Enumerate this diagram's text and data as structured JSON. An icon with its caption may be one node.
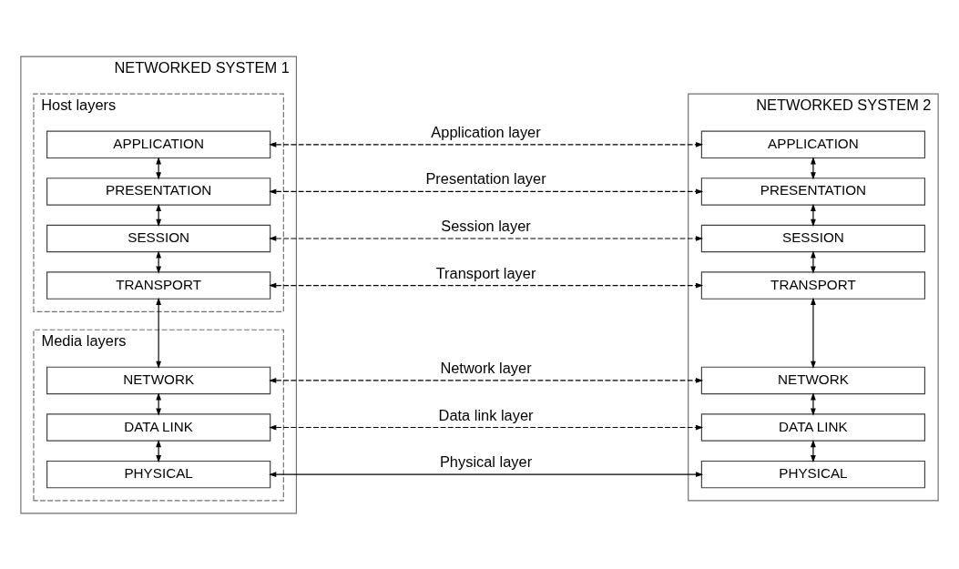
{
  "diagram": {
    "nodes": [
      {
        "text": [
          "NETWORKED SYSTEM 1"
        ]
      },
      {
        "text": [
          "Host layers"
        ],
        "in": 0
      },
      {
        "text": [
          "APPLICATION"
        ],
        "in": 1
      },
      {
        "text": [
          "PRESENTATION"
        ],
        "in": 1
      },
      {
        "text": [
          "SESSION"
        ],
        "in": 1
      },
      {
        "text": [
          "TRANSPORT"
        ],
        "in": 1
      },
      {
        "text": [
          "Media layers"
        ],
        "in": 0
      },
      {
        "text": [
          "NETWORK"
        ],
        "in": 6
      },
      {
        "text": [
          "DATA LINK"
        ],
        "in": 6
      },
      {
        "text": [
          "PHYSICAL"
        ],
        "in": 6
      },
      {
        "text": [
          "NETWORKED SYSTEM 2"
        ]
      },
      {
        "text": [
          "APPLICATION"
        ],
        "in": 10
      },
      {
        "text": [
          "PRESENTATION"
        ],
        "in": 10
      },
      {
        "text": [
          "SESSION"
        ],
        "in": 10
      },
      {
        "text": [
          "TRANSPORT"
        ],
        "in": 10
      },
      {
        "text": [
          "NETWORK"
        ],
        "in": 10
      },
      {
        "text": [
          "DATA LINK"
        ],
        "in": 10
      },
      {
        "text": [
          "PHYSICAL"
        ],
        "in": 10
      }
    ],
    "edges": [
      {
        "from": 2,
        "to": 3,
        "arrow": "both"
      },
      {
        "from": 3,
        "to": 4,
        "arrow": "both"
      },
      {
        "from": 4,
        "to": 5,
        "arrow": "both"
      },
      {
        "from": 5,
        "to": 7,
        "arrow": "both"
      },
      {
        "from": 7,
        "to": 8,
        "arrow": "both"
      },
      {
        "from": 8,
        "to": 9,
        "arrow": "both"
      },
      {
        "from": 11,
        "to": 12,
        "arrow": "both"
      },
      {
        "from": 12,
        "to": 13,
        "arrow": "both"
      },
      {
        "from": 13,
        "to": 14,
        "arrow": "both"
      },
      {
        "from": 14,
        "to": 15,
        "arrow": "both"
      },
      {
        "from": 15,
        "to": 16,
        "arrow": "both"
      },
      {
        "from": 16,
        "to": 17,
        "arrow": "both"
      },
      {
        "from": 2,
        "to": 11,
        "arrow": "both",
        "label": "Application layer",
        "style": "dashed"
      },
      {
        "from": 3,
        "to": 12,
        "arrow": "both",
        "label": "Presentation layer",
        "style": "dashed"
      },
      {
        "from": 4,
        "to": 13,
        "arrow": "both",
        "label": "Session layer",
        "style": "dashed"
      },
      {
        "from": 5,
        "to": 14,
        "arrow": "both",
        "label": "Transport layer",
        "style": "dashed"
      },
      {
        "from": 7,
        "to": 15,
        "arrow": "both",
        "label": "Network layer",
        "style": "dashed"
      },
      {
        "from": 8,
        "to": 16,
        "arrow": "both",
        "label": "Data link layer",
        "style": "dashed"
      },
      {
        "from": 9,
        "to": 17,
        "arrow": "both",
        "label": "Physical layer"
      }
    ]
  }
}
